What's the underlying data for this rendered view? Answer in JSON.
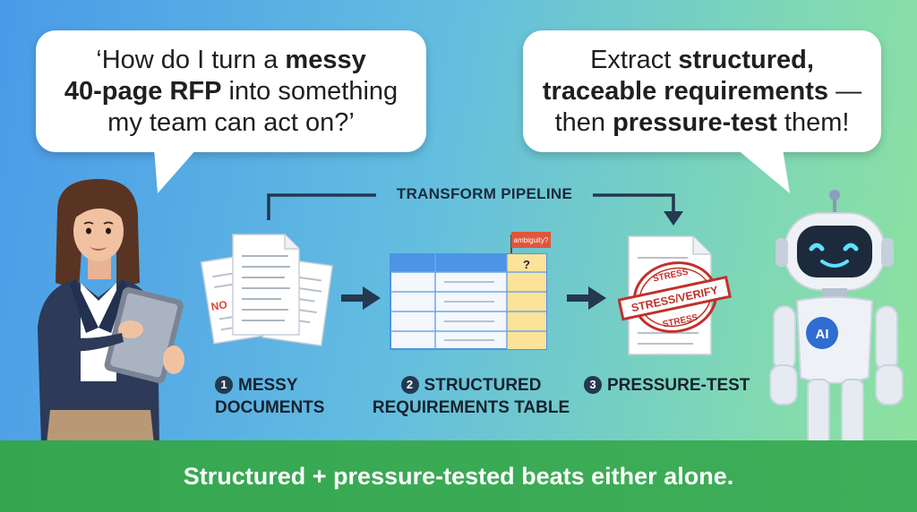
{
  "bubbles": {
    "left": {
      "line1_a": "‘How do I turn a ",
      "line1_b": "messy",
      "line2_a": "40-page RFP",
      "line2_b": " into something",
      "line3": "my team can act on?’"
    },
    "right": {
      "line1_a": "Extract ",
      "line1_b": "structured,",
      "line2_a": "traceable requirements",
      "line2_b": " —",
      "line3_a": "then ",
      "line3_b": "pressure-test",
      "line3_c": " them!"
    }
  },
  "pipeline": {
    "title": "TRANSFORM PIPELINE",
    "steps": [
      {
        "number": "1",
        "line1": "MESSY",
        "line2": "DOCUMENTS"
      },
      {
        "number": "2",
        "line1": "STRUCTURED",
        "line2": "REQUIREMENTS TABLE"
      },
      {
        "number": "3",
        "line1": "PRESSURE-TEST",
        "line2": ""
      }
    ]
  },
  "documents_stamp": "NO",
  "table_flag": "ambiguity?",
  "table_question_mark": "?",
  "stamp": {
    "top": "STRESS",
    "center": "STRESS/VERIFY",
    "bottom": "STRESS"
  },
  "robot_badge": "AI",
  "banner": "Structured + pressure-tested beats either alone.",
  "colors": {
    "banner": "#3aaa55",
    "stamp_red": "#c2302a",
    "table_header": "#4d93e6",
    "table_highlight": "#fbe39a",
    "flag": "#e0563a"
  }
}
